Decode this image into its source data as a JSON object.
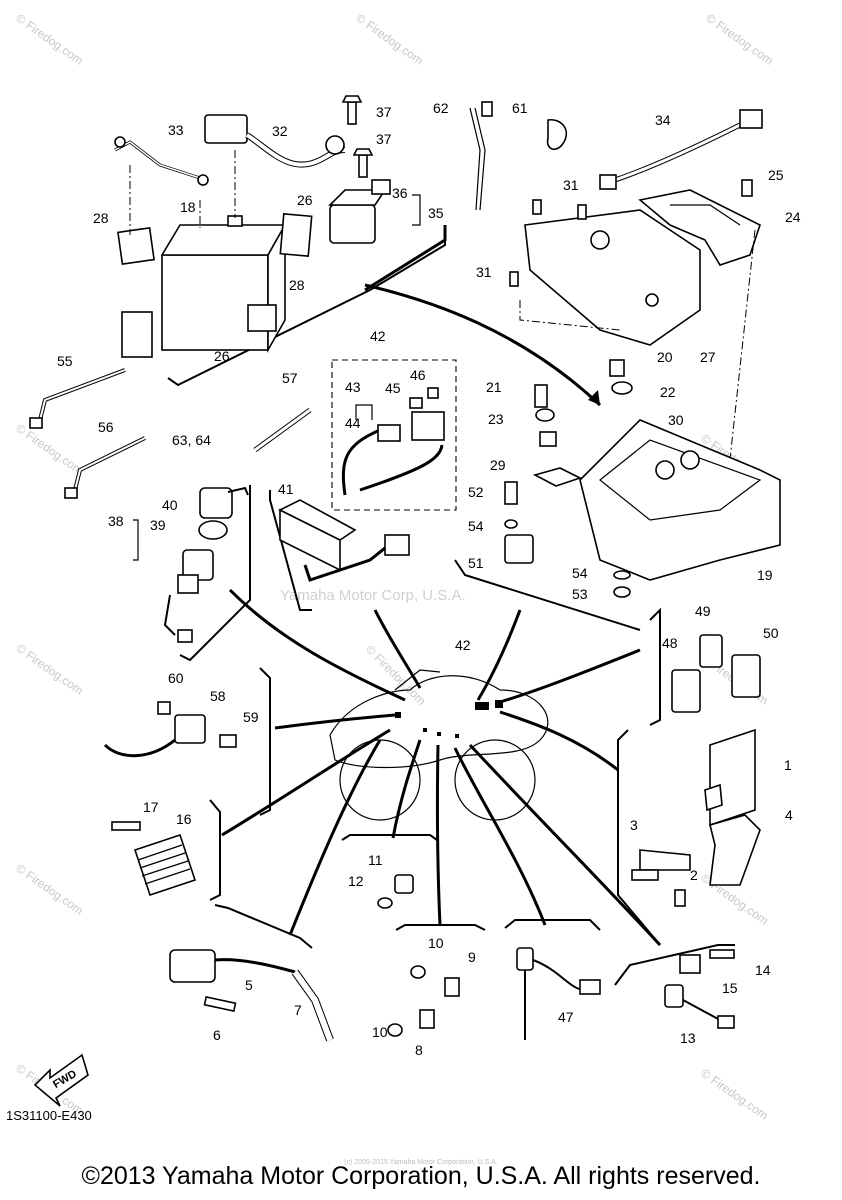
{
  "diagram": {
    "callouts": [
      "1",
      "2",
      "3",
      "4",
      "5",
      "6",
      "7",
      "8",
      "9",
      "10",
      "10",
      "11",
      "12",
      "13",
      "14",
      "15",
      "16",
      "17",
      "18",
      "19",
      "20",
      "21",
      "22",
      "23",
      "24",
      "25",
      "26",
      "26",
      "27",
      "28",
      "28",
      "29",
      "30",
      "31",
      "31",
      "32",
      "33",
      "34",
      "35",
      "36",
      "37",
      "37",
      "38",
      "39",
      "40",
      "41",
      "42",
      "42",
      "43",
      "44",
      "45",
      "46",
      "47",
      "48",
      "49",
      "50",
      "51",
      "52",
      "53",
      "54",
      "54",
      "55",
      "56",
      "57",
      "58",
      "59",
      "60",
      "61",
      "62",
      "63, 64"
    ],
    "fwd_label": "FWD",
    "center_watermark": "Yamaha Motor Corp, U.S.A.",
    "diag_watermark": "© Firedog.com",
    "corner_watermark": "© Firedog.com"
  },
  "footer": {
    "diagram_code": "1S31100-E430",
    "copyright": "©2013 Yamaha Motor Corporation, U.S.A. All rights reserved.",
    "small_copyright": "(c) 2005-2015 Yamaha Motor Corporation, U.S.A."
  }
}
